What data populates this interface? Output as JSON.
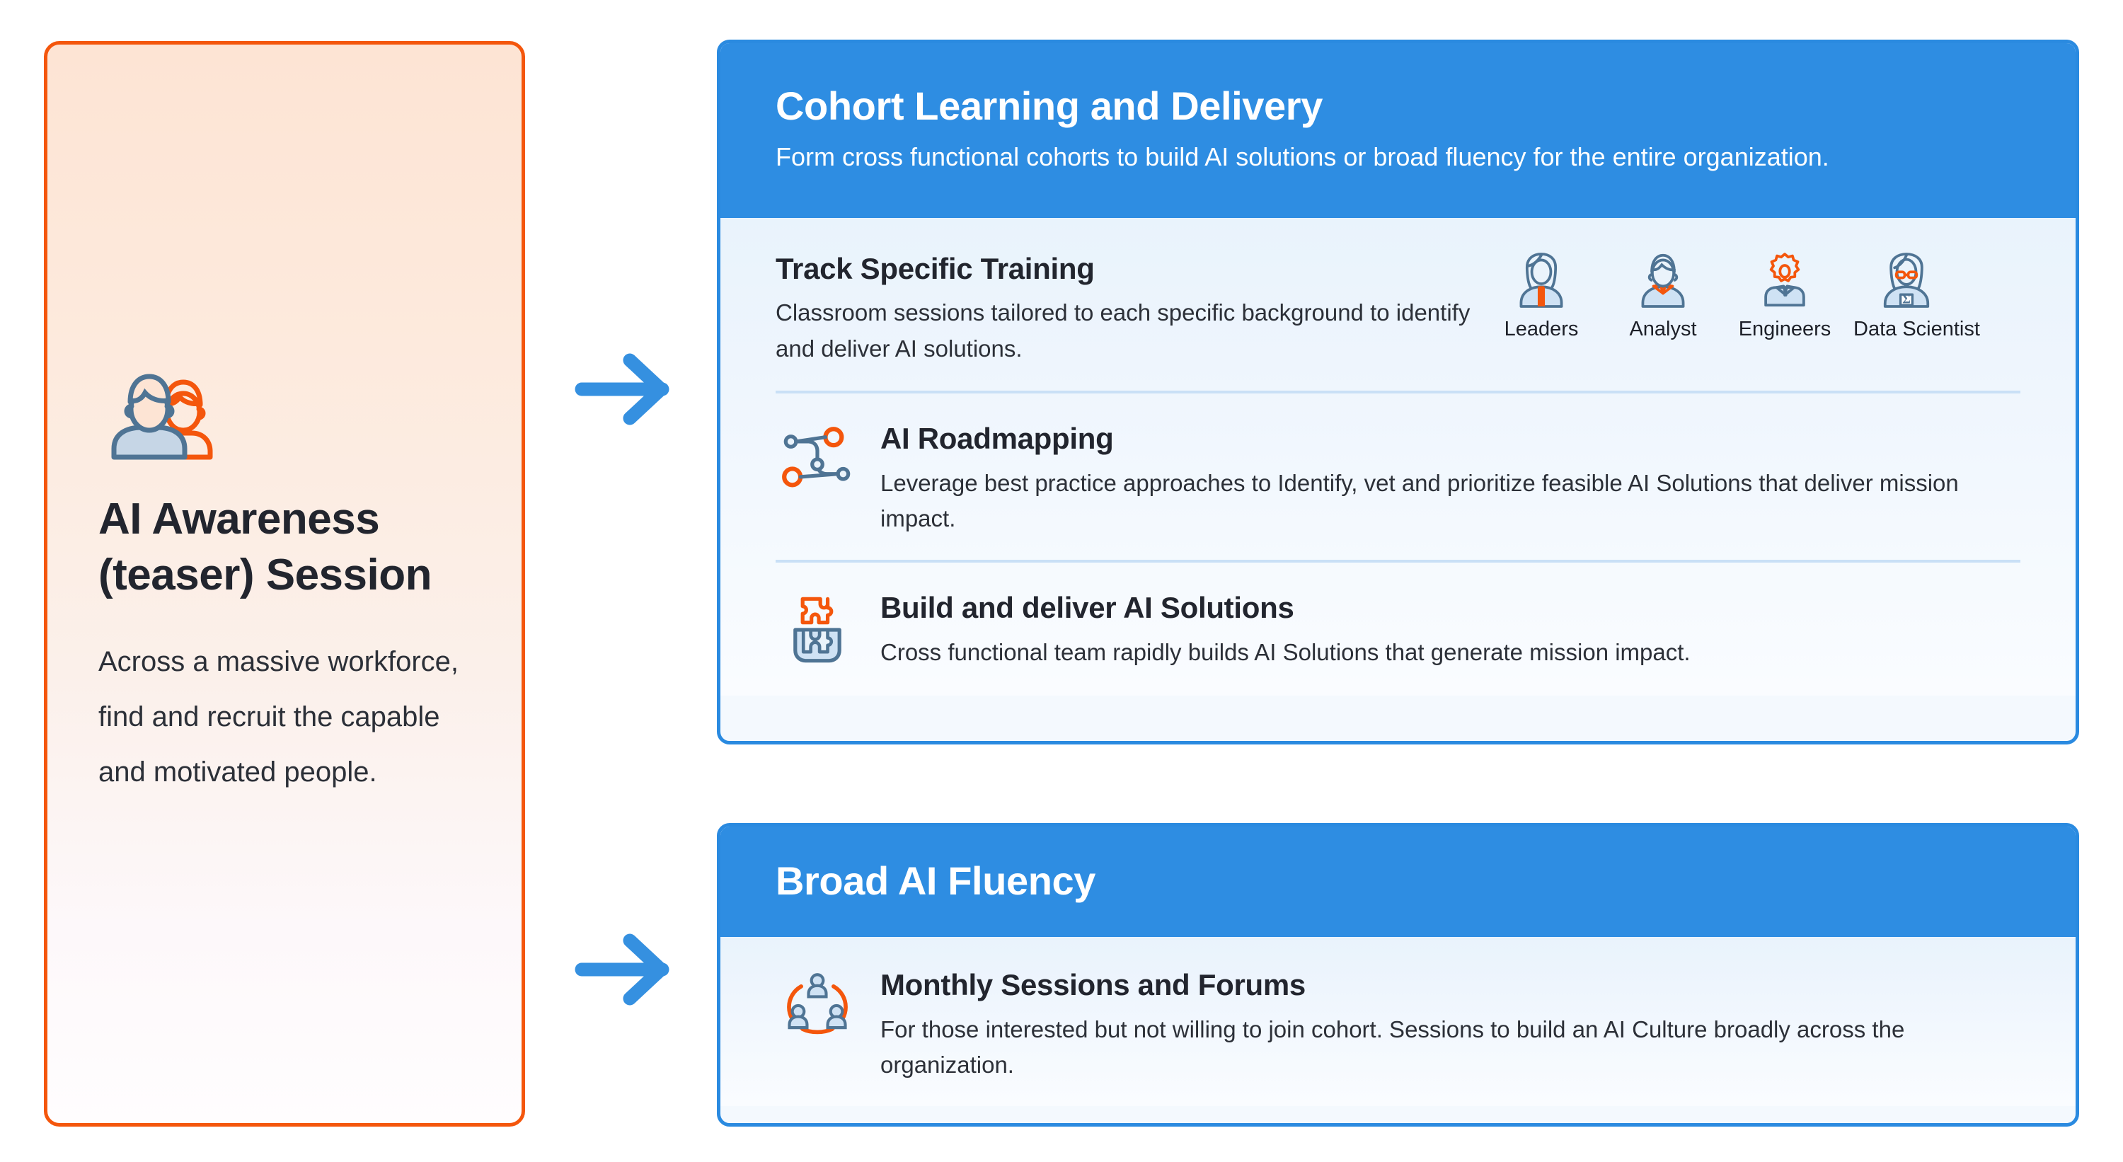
{
  "left_card": {
    "icon": "two-people-icon",
    "title": "AI Awareness (teaser) Session",
    "body": "Across a massive workforce, find and recruit the capable and motivated people."
  },
  "arrows": [
    {
      "icon": "arrow-right-icon"
    },
    {
      "icon": "arrow-right-icon"
    }
  ],
  "panels": [
    {
      "title": "Cohort Learning and Delivery",
      "subtitle": "Form cross functional cohorts to build AI solutions or broad fluency for the entire organization.",
      "track": {
        "title": "Track Specific Training",
        "desc": "Classroom sessions tailored to each specific background to identify and deliver AI solutions.",
        "personas": [
          {
            "label": "Leaders",
            "icon": "leader-persona-icon"
          },
          {
            "label": "Analyst",
            "icon": "analyst-persona-icon"
          },
          {
            "label": "Engineers",
            "icon": "engineer-persona-icon"
          },
          {
            "label": "Data Scientist",
            "icon": "data-scientist-persona-icon"
          }
        ]
      },
      "features": [
        {
          "icon": "roadmap-flow-icon",
          "title": "AI Roadmapping",
          "desc": "Leverage best practice approaches to Identify, vet and prioritize feasible AI Solutions that deliver mission impact."
        },
        {
          "icon": "puzzle-build-icon",
          "title": "Build and deliver AI Solutions",
          "desc": "Cross functional team rapidly builds AI Solutions that generate mission impact."
        }
      ]
    },
    {
      "title": "Broad AI Fluency",
      "subtitle": "",
      "features": [
        {
          "icon": "people-network-icon",
          "title": "Monthly Sessions and Forums",
          "desc": "For those interested but not willing to join cohort.  Sessions to build an AI Culture broadly across the organization."
        }
      ]
    }
  ],
  "colors": {
    "orange": "#f4560c",
    "blue": "#2e8de2",
    "slate": "#4f7494",
    "card_body": "#f4f9fe",
    "divider": "#c9e0f6",
    "text_dark": "#22252e"
  }
}
